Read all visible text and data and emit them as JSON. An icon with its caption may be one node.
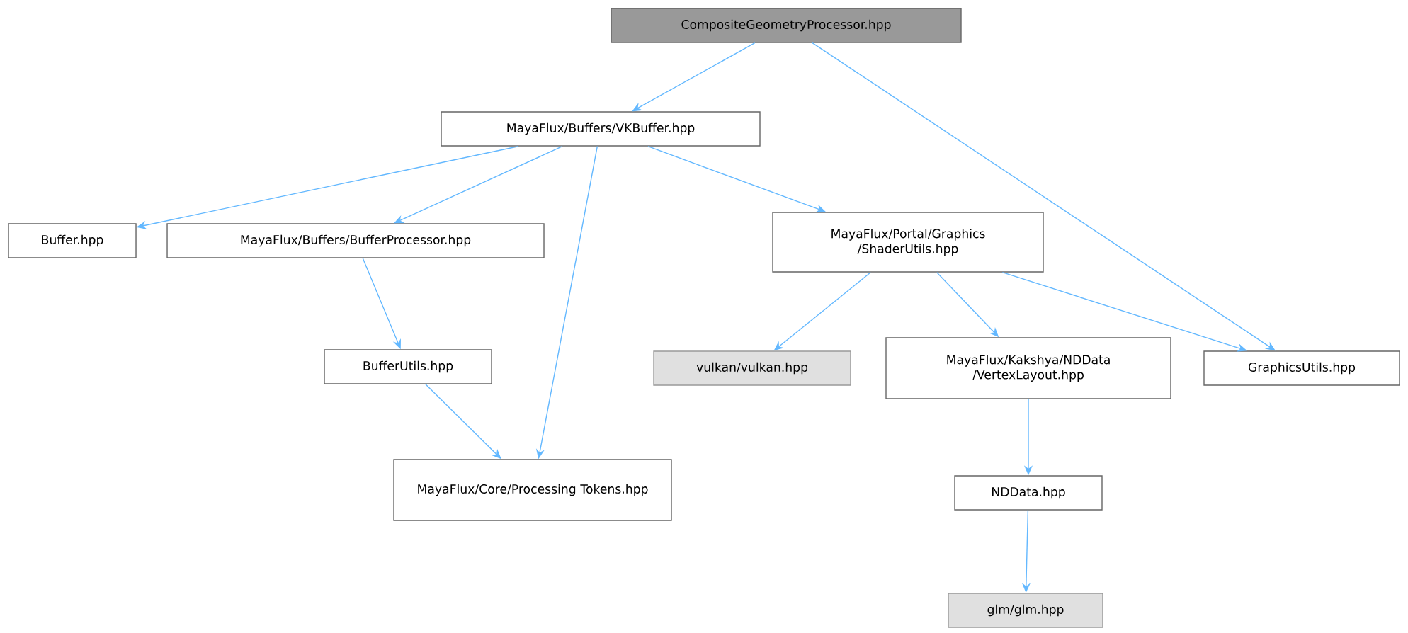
{
  "diagram": {
    "nodes": [
      {
        "text": [
          "CompositeGeometryProcessor.hpp"
        ]
      },
      {
        "text": [
          "MayaFlux/Buffers/VKBuffer.hpp"
        ]
      },
      {
        "text": [
          "Buffer.hpp"
        ]
      },
      {
        "text": [
          "MayaFlux/Buffers/BufferProcessor.hpp"
        ]
      },
      {
        "text": [
          "MayaFlux/Portal/Graphics /ShaderUtils.hpp"
        ]
      },
      {
        "text": [
          "BufferUtils.hpp"
        ]
      },
      {
        "text": [
          "vulkan/vulkan.hpp"
        ]
      },
      {
        "text": [
          "MayaFlux/Kakshya/NDData /VertexLayout.hpp"
        ]
      },
      {
        "text": [
          "GraphicsUtils.hpp"
        ]
      },
      {
        "text": [
          "MayaFlux/Core/Processing Tokens.hpp"
        ]
      },
      {
        "text": [
          "NDData.hpp"
        ]
      },
      {
        "text": [
          "glm/glm.hpp"
        ]
      }
    ],
    "edges": [
      {
        "from": 0,
        "to": 1,
        "arrow": "to"
      },
      {
        "from": 0,
        "to": 8,
        "arrow": "to"
      },
      {
        "from": 1,
        "to": 2,
        "arrow": "to"
      },
      {
        "from": 1,
        "to": 3,
        "arrow": "to"
      },
      {
        "from": 1,
        "to": 9,
        "arrow": "to"
      },
      {
        "from": 1,
        "to": 4,
        "arrow": "to"
      },
      {
        "from": 3,
        "to": 5,
        "arrow": "to"
      },
      {
        "from": 5,
        "to": 9,
        "arrow": "to"
      },
      {
        "from": 4,
        "to": 6,
        "arrow": "to"
      },
      {
        "from": 4,
        "to": 7,
        "arrow": "to"
      },
      {
        "from": 4,
        "to": 8,
        "arrow": "to"
      },
      {
        "from": 7,
        "to": 10,
        "arrow": "to"
      },
      {
        "from": 10,
        "to": 11,
        "arrow": "to"
      }
    ]
  }
}
